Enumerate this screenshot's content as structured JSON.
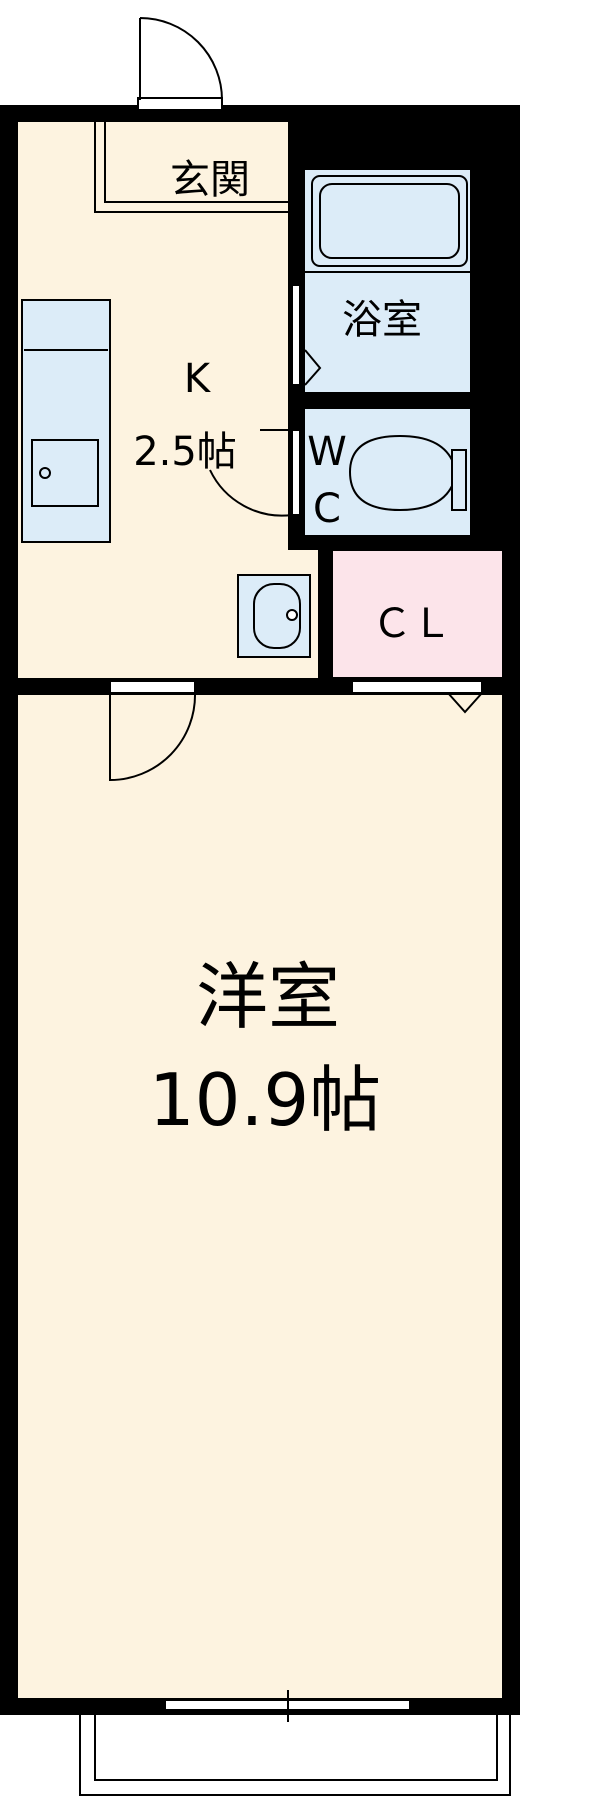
{
  "rooms": {
    "entrance": "玄関",
    "kitchen": "K",
    "kitchen_size": "2.5帖",
    "bath": "浴室",
    "wc_top": "W",
    "wc_bottom": "C",
    "closet": "ＣＬ",
    "western": "洋室",
    "western_size": "10.9帖"
  },
  "colors": {
    "wall": "#000000",
    "floor": "#fdf3e0",
    "wet_area": "#dcecf8",
    "closet": "#fce4ea",
    "line": "#000000",
    "background": "#ffffff"
  }
}
